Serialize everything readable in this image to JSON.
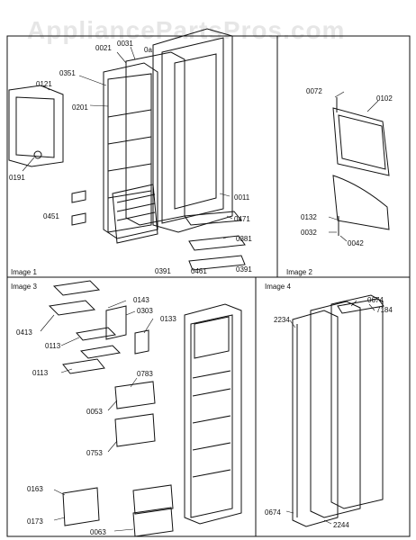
{
  "watermark": "AppliancePartsPros.com",
  "sections": [
    {
      "id": "image1",
      "label": "Image 1"
    },
    {
      "id": "image2",
      "label": "Image 2"
    },
    {
      "id": "image3",
      "label": "Image 3"
    },
    {
      "id": "image4",
      "label": "Image 4"
    }
  ],
  "parts": {
    "p0121": "0121",
    "p0191": "0191",
    "p0351": "0351",
    "p0021": "0021",
    "p0031": "0031",
    "p0201": "0201",
    "p0451": "0451",
    "p0011": "0011",
    "p0471": "0471",
    "p0381": "0381",
    "p0391a": "0391",
    "p0461": "0461",
    "p0391b": "0391",
    "p0a": "0a",
    "p0072": "0072",
    "p0102": "0102",
    "p0132": "0132",
    "p0032": "0032",
    "p0042": "0042",
    "p0143": "0143",
    "p0303": "0303",
    "p0413": "0413",
    "p0133": "0133",
    "p0113a": "0113",
    "p0113b": "0113",
    "p0783": "0783",
    "p0053": "0053",
    "p0753": "0753",
    "p0163": "0163",
    "p0173": "0173",
    "p0063": "0063",
    "p0674a": "0674",
    "p7184": "7184",
    "p2234": "2234",
    "p0674b": "0674",
    "p2244": "2244"
  }
}
